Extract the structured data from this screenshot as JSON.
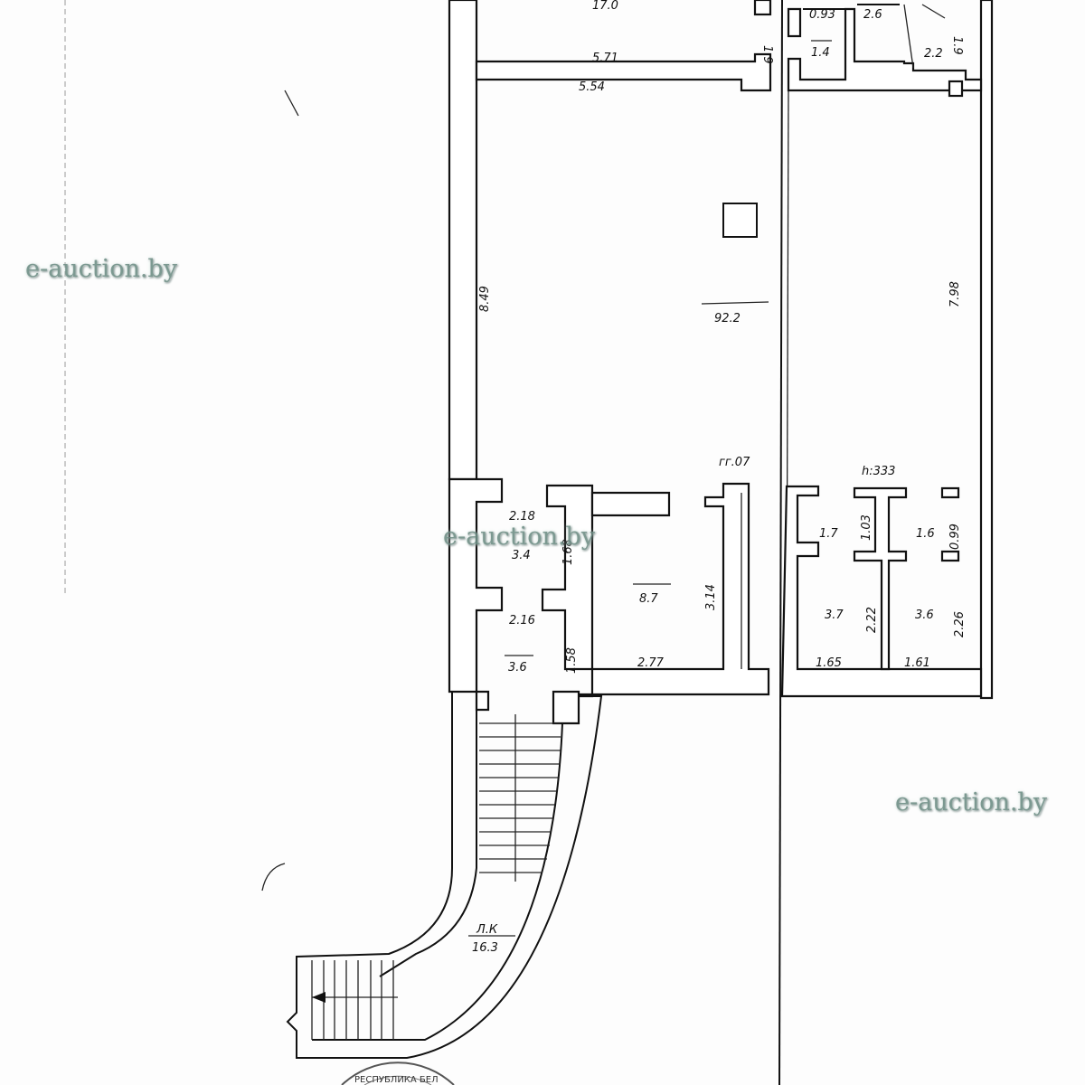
{
  "plan": {
    "top_room": {
      "area": "17.0",
      "width_label": "5.71",
      "side": "1.9"
    },
    "hall": {
      "area": "92.2",
      "top_width": "5.54",
      "left_length": "8.49",
      "right_length": "7.98",
      "note": "гг.07",
      "height": "h:333"
    },
    "top_right_rooms": [
      {
        "area": "1.4",
        "dim": "0.93"
      },
      {
        "area": "2.6"
      },
      {
        "area": "2.2",
        "dim": "1.9"
      }
    ],
    "vestibule": {
      "area": "3.4",
      "width": "2.18",
      "depth": "1.68"
    },
    "entry": {
      "area": "3.6",
      "width": "2.16",
      "depth": "1.58"
    },
    "office": {
      "area": "8.7",
      "width": "2.77",
      "depth": "3.14"
    },
    "wc_rooms": [
      {
        "area": "1.7",
        "dim": "1.03"
      },
      {
        "area": "1.6",
        "dim": "0.99"
      },
      {
        "area": "3.7",
        "width": "1.65",
        "depth": "2.22"
      },
      {
        "area": "3.6",
        "width": "1.61",
        "depth": "2.26"
      }
    ],
    "stair": {
      "code": "Л.К",
      "area": "16.3"
    }
  },
  "watermarks": [
    "e-auction.by",
    "e-auction.by",
    "e-auction.by"
  ],
  "stamp_text": "РЕСПУБЛИКА БЕЛАРУСЬ"
}
